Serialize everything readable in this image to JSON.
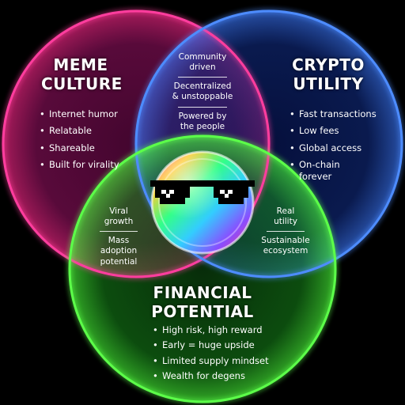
{
  "colors": {
    "meme": "#ff2a8a",
    "crypto": "#3d7bff",
    "financial": "#4cff3a",
    "background": "#000000"
  },
  "meme_culture": {
    "title_line1": "MEME",
    "title_line2": "CULTURE",
    "items": [
      "Internet humor",
      "Relatable",
      "Shareable",
      "Built for virality"
    ]
  },
  "crypto_utility": {
    "title_line1": "CRYPTO",
    "title_line2": "UTILITY",
    "items": [
      "Fast transactions",
      "Low fees",
      "Global access",
      "On-chain",
      "forever"
    ]
  },
  "financial_potential": {
    "title_line1": "FINANCIAL",
    "title_line2": "POTENTIAL",
    "items": [
      "High risk, high reward",
      "Early = huge upside",
      "Limited supply mindset",
      "Wealth for degens"
    ]
  },
  "overlap_meme_crypto": {
    "a1": "Community",
    "a2": "driven",
    "b1": "Decentralized",
    "b2": "& unstoppable",
    "c1": "Powered by",
    "c2": "the people"
  },
  "overlap_meme_financial": {
    "a1": "Viral",
    "a2": "growth",
    "b1": "Mass",
    "b2": "adoption",
    "b3": "potential"
  },
  "overlap_crypto_financial": {
    "a1": "Real",
    "a2": "utility",
    "b1": "Sustainable",
    "b2": "ecosystem"
  },
  "center": {
    "icon": "rainbow-coin-with-pixel-sunglasses"
  }
}
